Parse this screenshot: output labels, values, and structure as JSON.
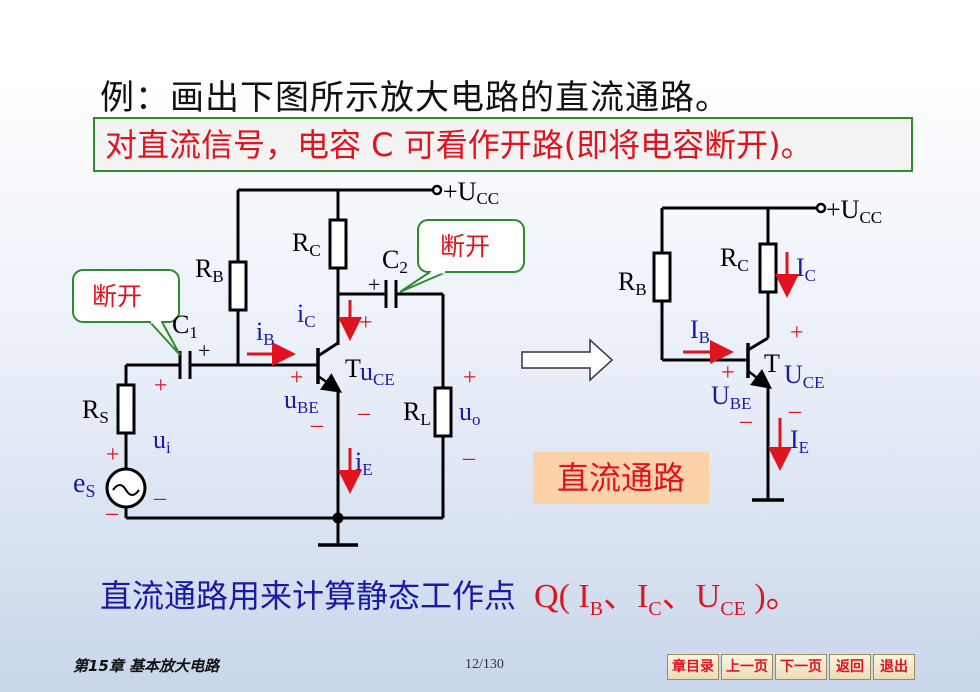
{
  "title": "例：画出下图所示放大电路的直流通路。",
  "note": "对直流信号，电容 C 可看作开路(即将电容断开)。",
  "colors": {
    "red": "#e0141e",
    "blue": "#1a1aa6",
    "green": "#2e8b2e",
    "wire": "#000000"
  },
  "left_circuit": {
    "ucc": {
      "main": "+U",
      "sub": "CC"
    },
    "rb": {
      "main": "R",
      "sub": "B"
    },
    "rc": {
      "main": "R",
      "sub": "C"
    },
    "c1": {
      "main": "C",
      "sub": "1"
    },
    "c2": {
      "main": "C",
      "sub": "2"
    },
    "rs": {
      "main": "R",
      "sub": "S"
    },
    "rl": {
      "main": "R",
      "sub": "L"
    },
    "es": {
      "main": "e",
      "sub": "S"
    },
    "ui": {
      "main": "u",
      "sub": "i"
    },
    "uo": {
      "main": "u",
      "sub": "o"
    },
    "ib": {
      "main": "i",
      "sub": "B"
    },
    "ic": {
      "main": "i",
      "sub": "C"
    },
    "ie": {
      "main": "i",
      "sub": "E"
    },
    "ube": {
      "main": "u",
      "sub": "BE"
    },
    "uce": {
      "main": "u",
      "sub": "CE"
    },
    "t": "T",
    "callout_open": "断开",
    "plus": "+",
    "minus": "–"
  },
  "right_circuit": {
    "ucc": {
      "main": "+U",
      "sub": "CC"
    },
    "rb": {
      "main": "R",
      "sub": "B"
    },
    "rc": {
      "main": "R",
      "sub": "C"
    },
    "ic": {
      "main": "I",
      "sub": "C"
    },
    "ib": {
      "main": "I",
      "sub": "B"
    },
    "ie": {
      "main": "I",
      "sub": "E"
    },
    "ube": {
      "main": "U",
      "sub": "BE"
    },
    "uce": {
      "main": "U",
      "sub": "CE"
    },
    "t": "T",
    "plus": "+",
    "minus": "–"
  },
  "dc_label": "直流通路",
  "summary": {
    "text": "直流通路用来计算静态工作点",
    "q": "Q",
    "open": "(",
    "ib": {
      "main": "I",
      "sub": "B"
    },
    "sep": "、",
    "ic": {
      "main": "I",
      "sub": "C"
    },
    "uce": {
      "main": "U",
      "sub": "CE"
    },
    "close": ")。"
  },
  "footer": {
    "chapter": "第15章 基本放大电路",
    "page": "12/130",
    "nav": [
      "章目录",
      "上一页",
      "下一页",
      "返回",
      "退出"
    ]
  }
}
